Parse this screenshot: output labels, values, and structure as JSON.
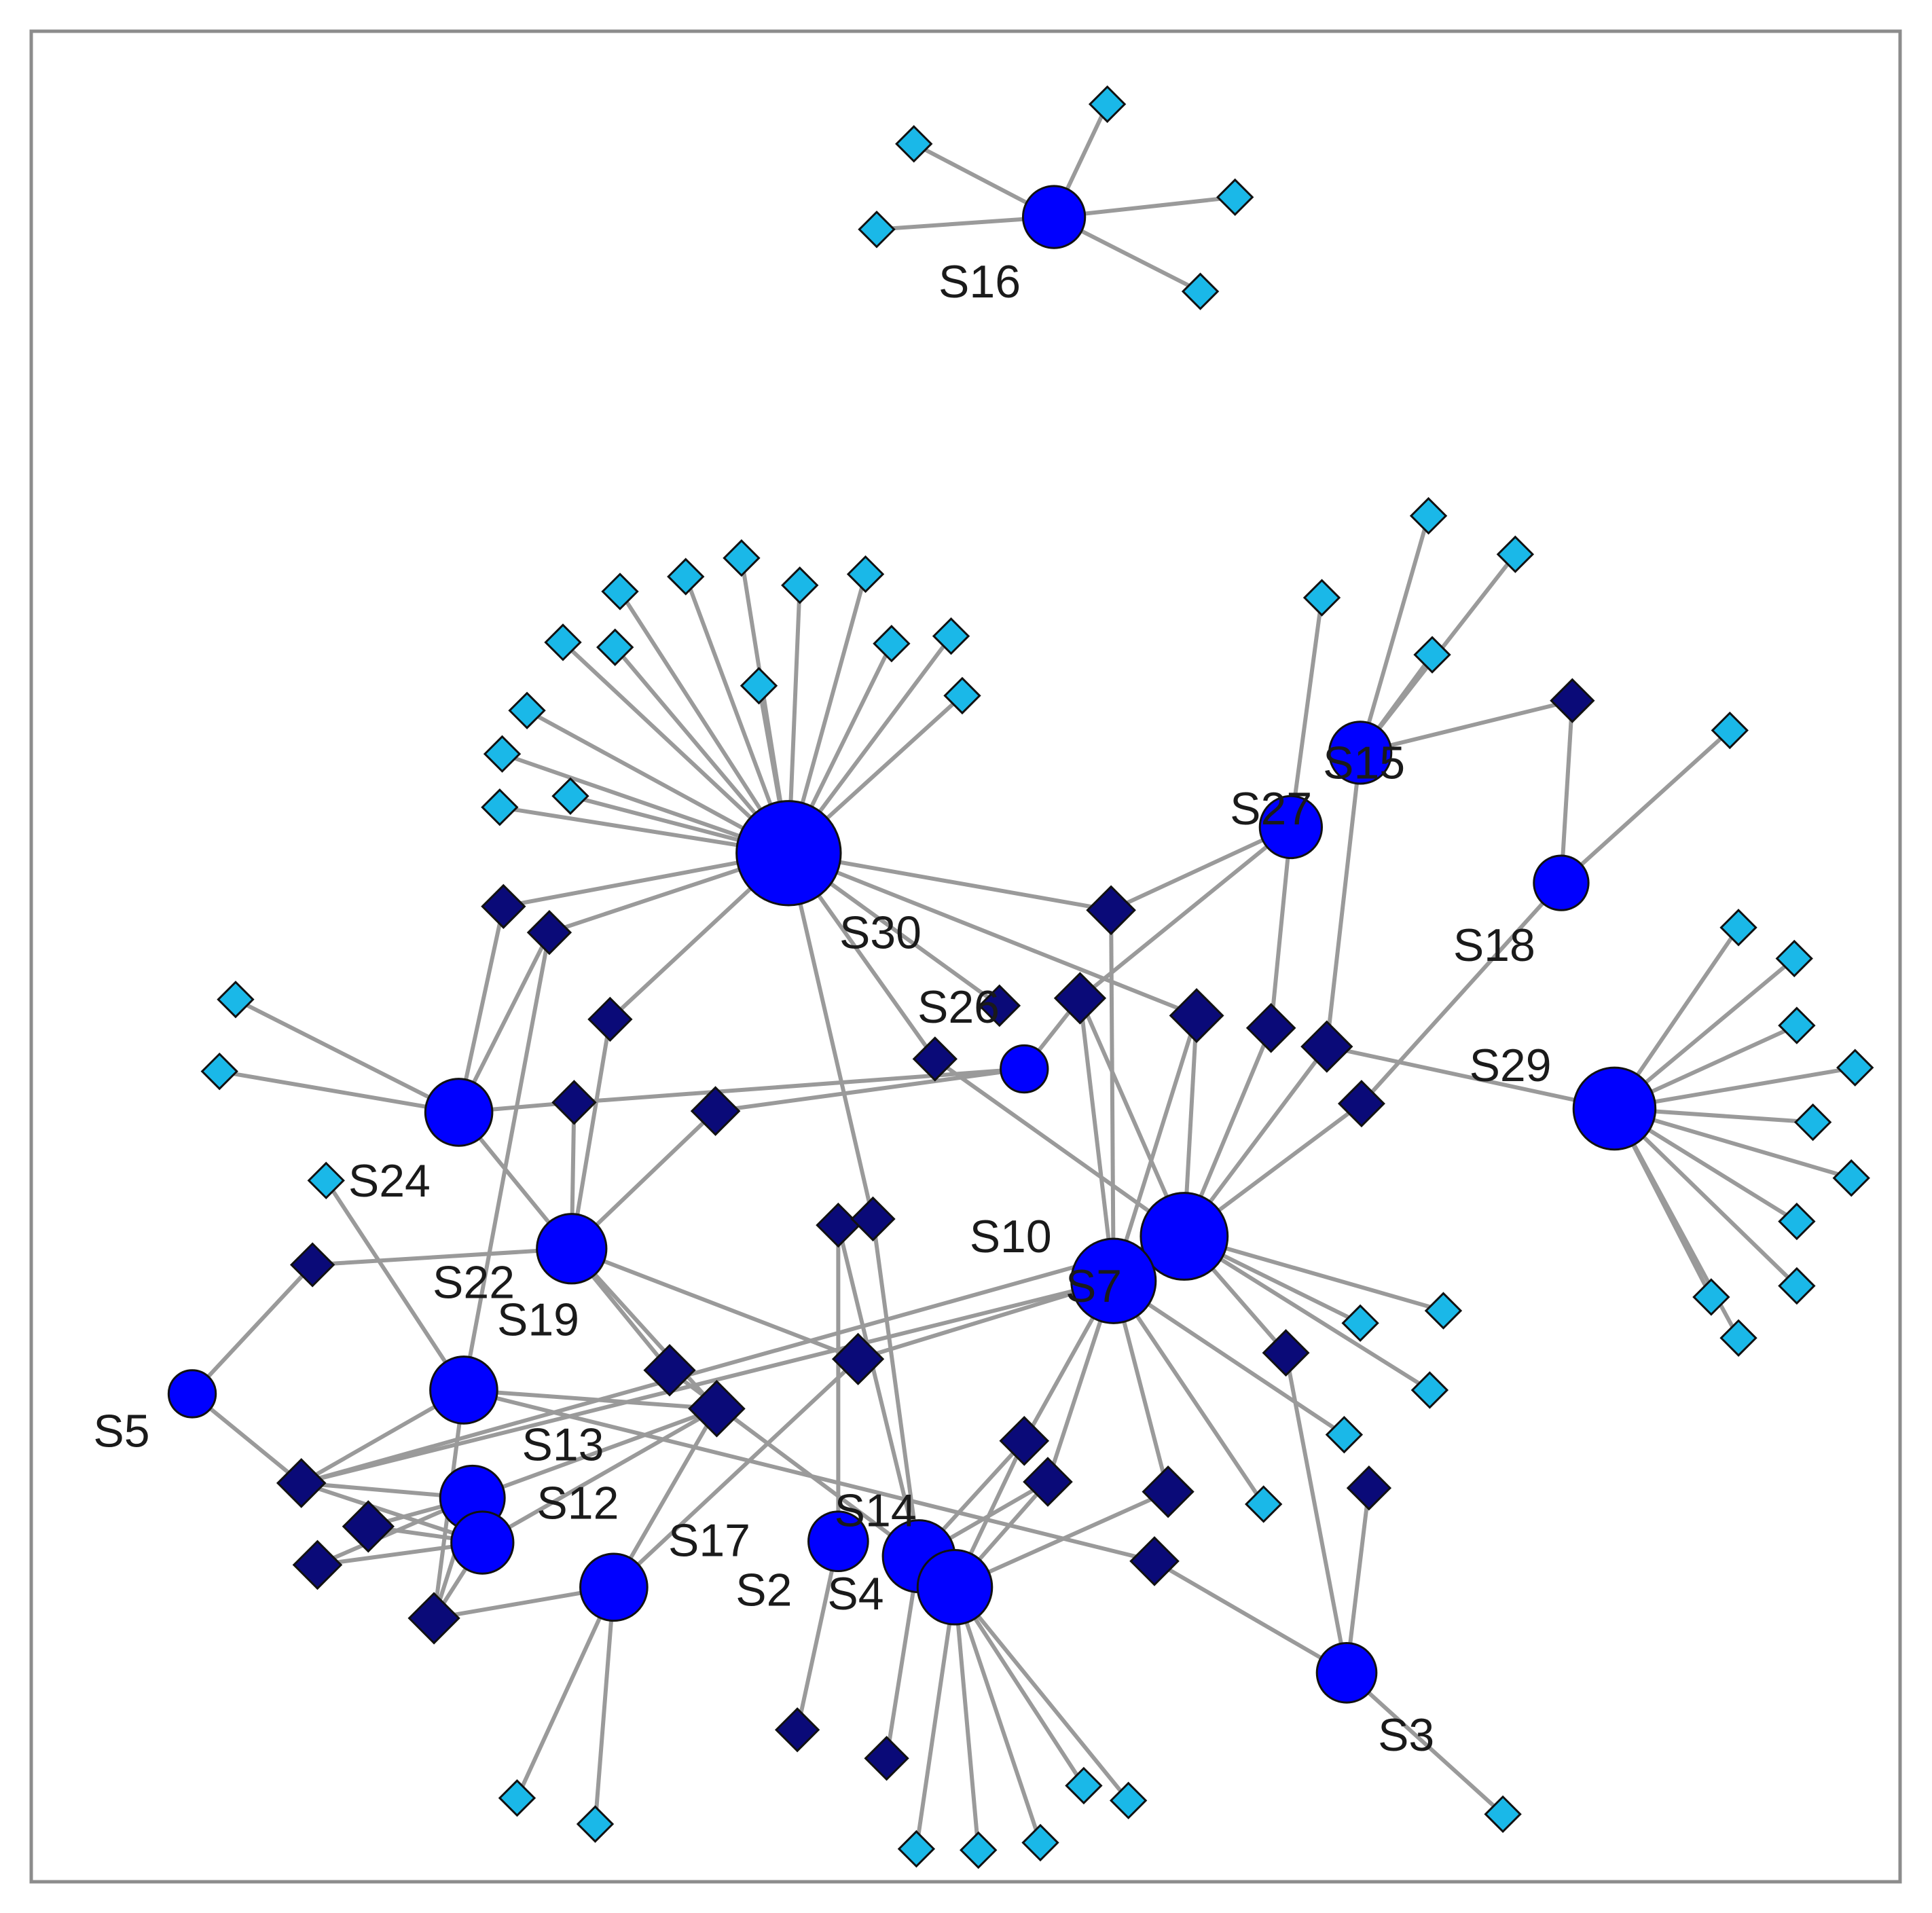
{
  "colors": {
    "edge": "#9a9a9a",
    "sample_node": "#0000ff",
    "shared_node": "#0a0a78",
    "unique_node": "#1ab8e8",
    "node_stroke": "#111111",
    "frame": "#8c8c8c"
  },
  "nodes": [
    {
      "id": "S16",
      "label": "S16",
      "kind": "sample"
    },
    {
      "id": "S30",
      "label": "S30",
      "kind": "sample"
    },
    {
      "id": "S15",
      "label": "S15",
      "kind": "sample"
    },
    {
      "id": "S27",
      "label": "S27",
      "kind": "sample"
    },
    {
      "id": "S18",
      "label": "S18",
      "kind": "sample"
    },
    {
      "id": "S26",
      "label": "S26",
      "kind": "sample"
    },
    {
      "id": "S29",
      "label": "S29",
      "kind": "sample"
    },
    {
      "id": "S24",
      "label": "S24",
      "kind": "sample"
    },
    {
      "id": "S22",
      "label": "S22",
      "kind": "sample"
    },
    {
      "id": "S10",
      "label": "S10",
      "kind": "sample"
    },
    {
      "id": "S7",
      "label": "S7",
      "kind": "sample"
    },
    {
      "id": "S19",
      "label": "S19",
      "kind": "sample"
    },
    {
      "id": "S5",
      "label": "S5",
      "kind": "sample"
    },
    {
      "id": "S13",
      "label": "S13",
      "kind": "sample"
    },
    {
      "id": "S12",
      "label": "S12",
      "kind": "sample"
    },
    {
      "id": "S17",
      "label": "S17",
      "kind": "sample"
    },
    {
      "id": "S2",
      "label": "S2",
      "kind": "sample"
    },
    {
      "id": "S14",
      "label": "S14",
      "kind": "sample"
    },
    {
      "id": "S4",
      "label": "S4",
      "kind": "sample"
    },
    {
      "id": "S3",
      "label": "S3",
      "kind": "sample"
    }
  ]
}
